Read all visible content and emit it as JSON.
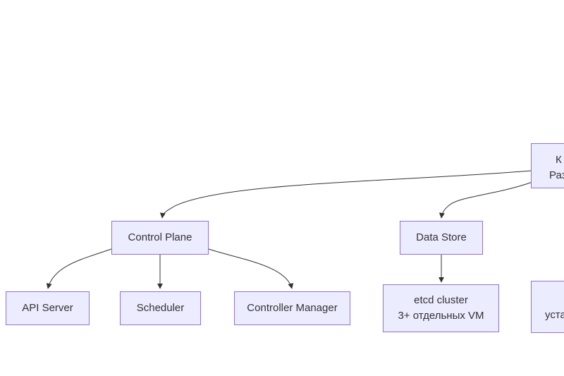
{
  "diagram": {
    "type": "flowchart",
    "direction": "top-down",
    "colors": {
      "background": "#ffffff",
      "node_fill": "#ECECFF",
      "node_border": "#9370DB",
      "edge": "#333333",
      "text": "#333333"
    },
    "nodes": {
      "cluster": {
        "note": "partially visible, clipped by right edge of screenshot",
        "lines": [
          "К",
          "Раз"
        ]
      },
      "control_plane": {
        "label": "Control Plane"
      },
      "data_store": {
        "label": "Data Store"
      },
      "api_server": {
        "label": "API Server"
      },
      "scheduler": {
        "label": "Scheduler"
      },
      "controller_manager": {
        "label": "Controller Manager"
      },
      "etcd": {
        "lines": [
          "etcd cluster",
          "3+ отдельных VM"
        ]
      },
      "install": {
        "note": "partially visible, clipped by right edge of screenshot",
        "lines": [
          "уста"
        ]
      }
    },
    "edges": [
      {
        "from": "cluster",
        "to": "control_plane"
      },
      {
        "from": "cluster",
        "to": "data_store"
      },
      {
        "from": "control_plane",
        "to": "api_server"
      },
      {
        "from": "control_plane",
        "to": "scheduler"
      },
      {
        "from": "control_plane",
        "to": "controller_manager"
      },
      {
        "from": "data_store",
        "to": "etcd"
      }
    ]
  }
}
